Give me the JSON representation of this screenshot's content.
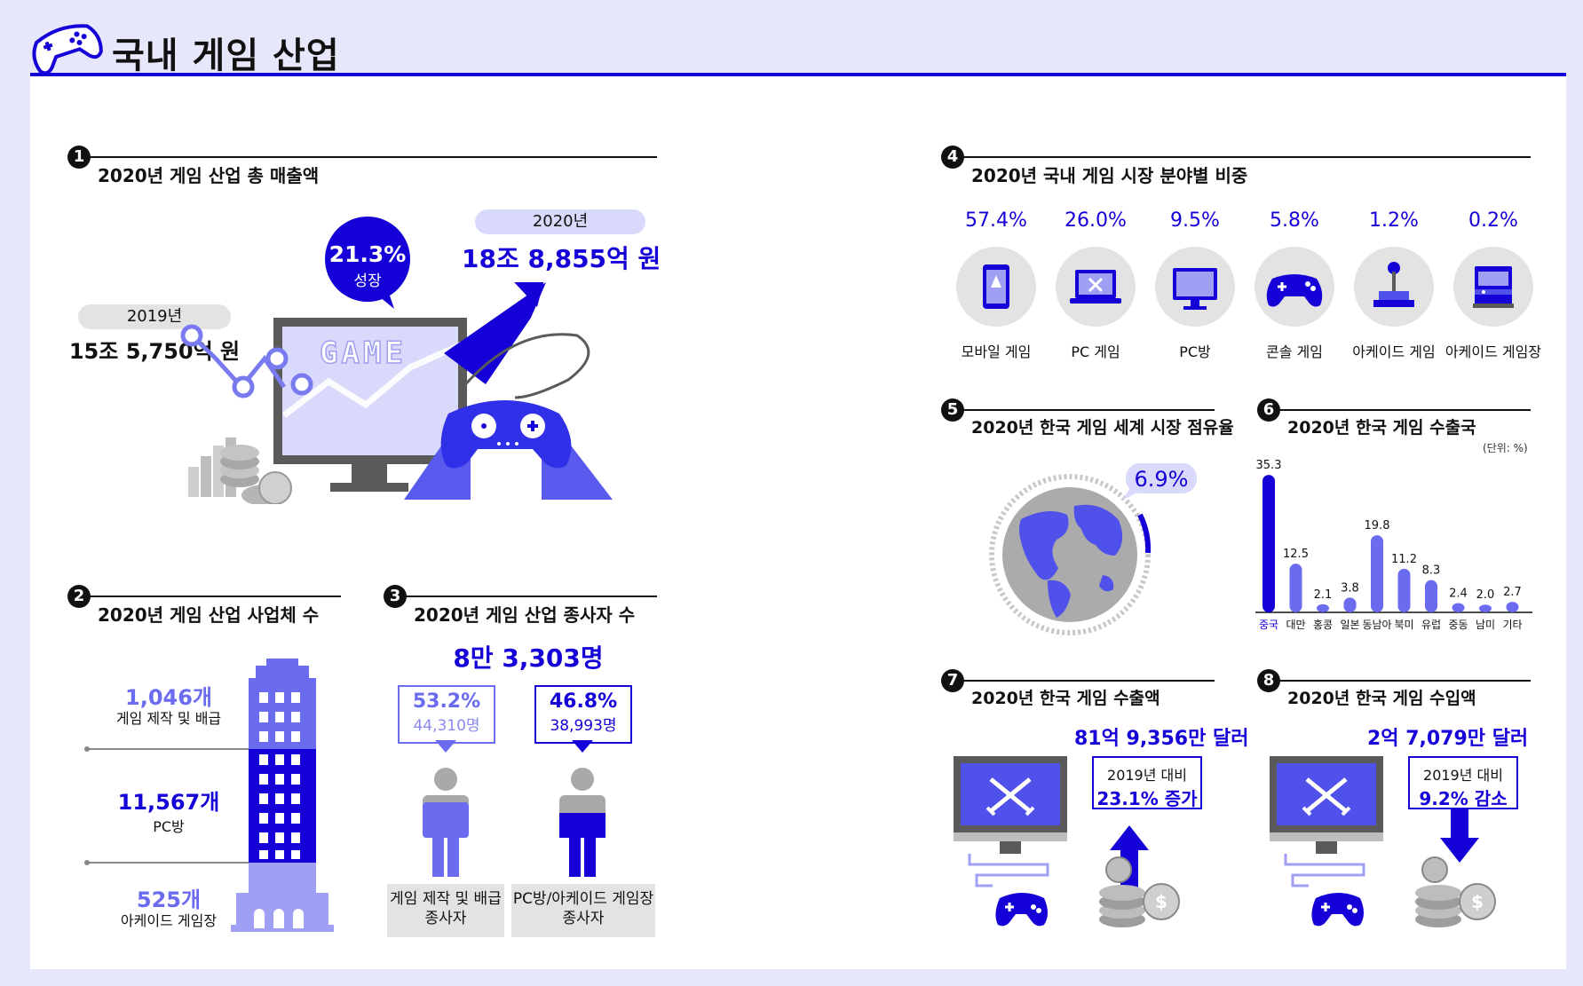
{
  "page_title": "국내 게임 산업",
  "colors": {
    "primary": "#1500d8",
    "secondary": "#6b6bef",
    "light": "#d9d9fb",
    "gray": "#e3e3e3"
  },
  "s1": {
    "num": "1",
    "title": "2020년 게임 산업 총 매출액",
    "growth_pct": "21.3%",
    "growth_label": "성장",
    "y2020_label": "2020년",
    "y2020_value": "18조 8,855억 원",
    "y2019_label": "2019년",
    "y2019_value": "15조 5,750억 원",
    "screen_text": "GAME"
  },
  "s2": {
    "num": "2",
    "title": "2020년 게임 산업 사업체 수",
    "items": [
      {
        "value": "1,046개",
        "label": "게임 제작 및 배급"
      },
      {
        "value": "11,567개",
        "label": "PC방"
      },
      {
        "value": "525개",
        "label": "아케이드 게임장"
      }
    ]
  },
  "s3": {
    "num": "3",
    "title": "2020년 게임 산업 종사자 수",
    "total": "8만 3,303명",
    "groups": [
      {
        "pct": "53.2%",
        "count": "44,310명",
        "label": "게임 제작 및 배급 종사자"
      },
      {
        "pct": "46.8%",
        "count": "38,993명",
        "label": "PC방/아케이드 게임장 종사자"
      }
    ]
  },
  "s4": {
    "num": "4",
    "title": "2020년 국내 게임 시장 분야별 비중",
    "items": [
      {
        "pct": "57.4%",
        "label": "모바일 게임",
        "icon": "mobile-icon"
      },
      {
        "pct": "26.0%",
        "label": "PC 게임",
        "icon": "laptop-icon"
      },
      {
        "pct": "9.5%",
        "label": "PC방",
        "icon": "monitor-icon"
      },
      {
        "pct": "5.8%",
        "label": "콘솔 게임",
        "icon": "gamepad-icon"
      },
      {
        "pct": "1.2%",
        "label": "아케이드 게임",
        "icon": "joystick-icon"
      },
      {
        "pct": "0.2%",
        "label": "아케이드 게임장",
        "icon": "arcade-icon"
      }
    ]
  },
  "s5": {
    "num": "5",
    "title": "2020년 한국 게임 세계 시장 점유율",
    "share": "6.9%",
    "share_value": 6.9
  },
  "s6": {
    "num": "6",
    "title": "2020년 한국 게임 수출국",
    "unit": "(단위: %)"
  },
  "s7": {
    "num": "7",
    "title": "2020년 한국 게임 수출액",
    "amount": "81억 9,356만 달러",
    "compare_label": "2019년 대비",
    "change": "23.1% 증가"
  },
  "s8": {
    "num": "8",
    "title": "2020년 한국 게임 수입액",
    "amount": "2억 7,079만 달러",
    "compare_label": "2019년 대비",
    "change": "9.2% 감소"
  },
  "chart_data": {
    "type": "bar",
    "categories": [
      "중국",
      "대만",
      "홍콩",
      "일본",
      "동남아",
      "북미",
      "유럽",
      "중동",
      "남미",
      "기타"
    ],
    "values": [
      35.3,
      12.5,
      2.1,
      3.8,
      19.8,
      11.2,
      8.3,
      2.4,
      2.0,
      2.7
    ],
    "value_labels": [
      "35.3",
      "12.5",
      "2.1",
      "3.8",
      "19.8",
      "11.2",
      "8.3",
      "2.4",
      "2.0",
      "2.7"
    ],
    "highlight_index": 0,
    "ylim": [
      0,
      36
    ]
  }
}
